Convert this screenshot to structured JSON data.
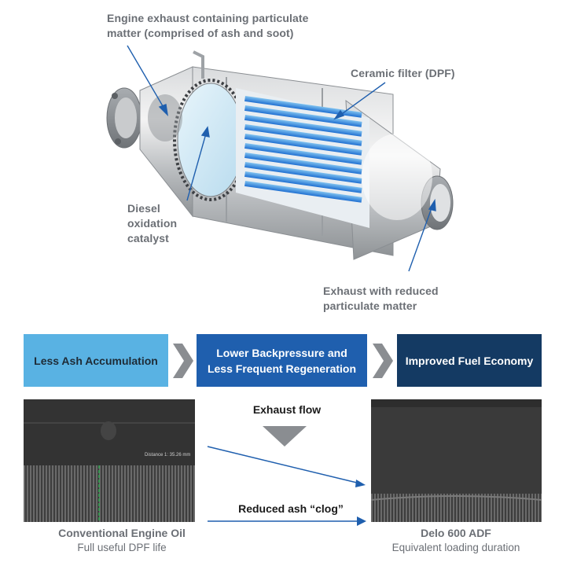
{
  "callouts": {
    "engine_exhaust": [
      "Engine exhaust containing particulate",
      "matter (comprised of ash and soot)"
    ],
    "ceramic_filter": "Ceramic filter (DPF)",
    "catalyst": [
      "Diesel",
      "oxidation",
      "catalyst"
    ],
    "reduced_exhaust": [
      "Exhaust with reduced",
      "particulate matter"
    ]
  },
  "flow": {
    "step1": "Less Ash Accumulation",
    "step2": [
      "Lower Backpressure and",
      "Less Frequent Regeneration"
    ],
    "step3": "Improved Fuel Economy"
  },
  "comparison": {
    "exhaust_flow_label": "Exhaust flow",
    "reduced_ash_label": "Reduced ash “clog”",
    "left": {
      "title": "Conventional Engine Oil",
      "subtitle": "Full useful DPF life",
      "scan_readout": "Distance 1: 35.26 mm"
    },
    "right": {
      "title": "Delo 600 ADF",
      "subtitle": "Equivalent loading duration"
    }
  },
  "colors": {
    "light_blue": "#59b2e3",
    "mid_blue": "#1f5fae",
    "dark_blue": "#143a63",
    "arrow_blue": "#1f5fae",
    "chevron_gray": "#8a8d91"
  }
}
